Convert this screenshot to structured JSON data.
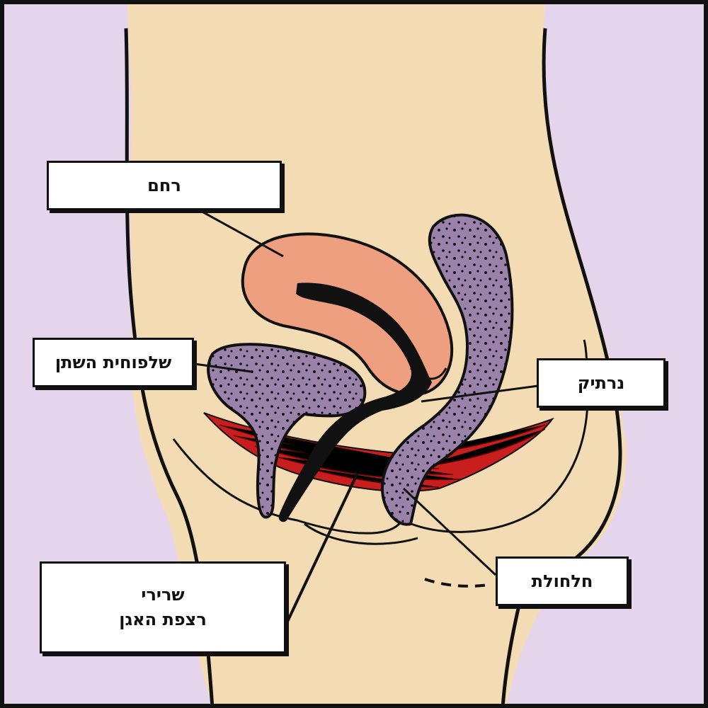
{
  "labels": {
    "uterus": "רחם",
    "bladder": "שלפוחית השתן",
    "vagina": "נרתיק",
    "rectum": "חלחולת",
    "pelvic_floor_line1": "שרירי",
    "pelvic_floor_line2": "רצפת האגן"
  },
  "colors": {
    "background": "#e4d4ec",
    "body": "#f3dcb4",
    "uterus": "#ee9f80",
    "organ": "#9a82ab",
    "muscle": "#c81e1e",
    "outline": "#111111"
  }
}
